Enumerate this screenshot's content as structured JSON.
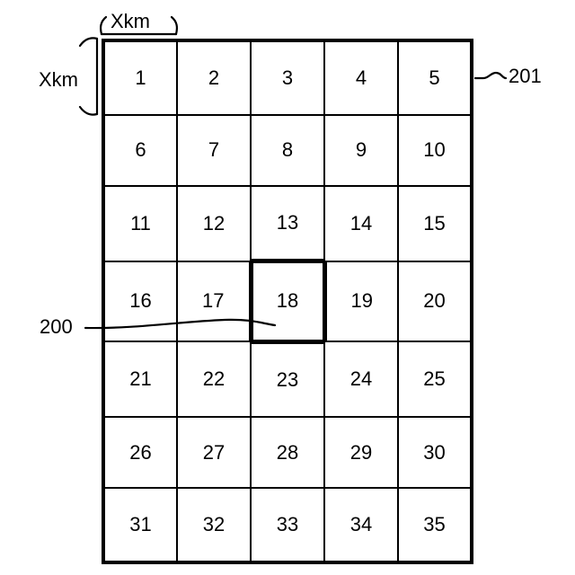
{
  "figure": {
    "type": "patent-grid-diagram",
    "background_color": "#ffffff",
    "line_color": "#000000"
  },
  "grid": {
    "columns": 5,
    "rows": 7,
    "total_cells": 35,
    "highlighted_cell": "18",
    "cells": [
      [
        "1",
        "2",
        "3",
        "4",
        "5"
      ],
      [
        "6",
        "7",
        "8",
        "9",
        "10"
      ],
      [
        "11",
        "12",
        "13",
        "14",
        "15"
      ],
      [
        "16",
        "17",
        "18",
        "19",
        "20"
      ],
      [
        "21",
        "22",
        "23",
        "24",
        "25"
      ],
      [
        "26",
        "27",
        "28",
        "29",
        "30"
      ],
      [
        "31",
        "32",
        "33",
        "34",
        "35"
      ]
    ]
  },
  "annotations": {
    "dimension_horizontal": "Xkm",
    "dimension_vertical": "Xkm",
    "reference_cell": "200",
    "reference_grid": "201"
  }
}
